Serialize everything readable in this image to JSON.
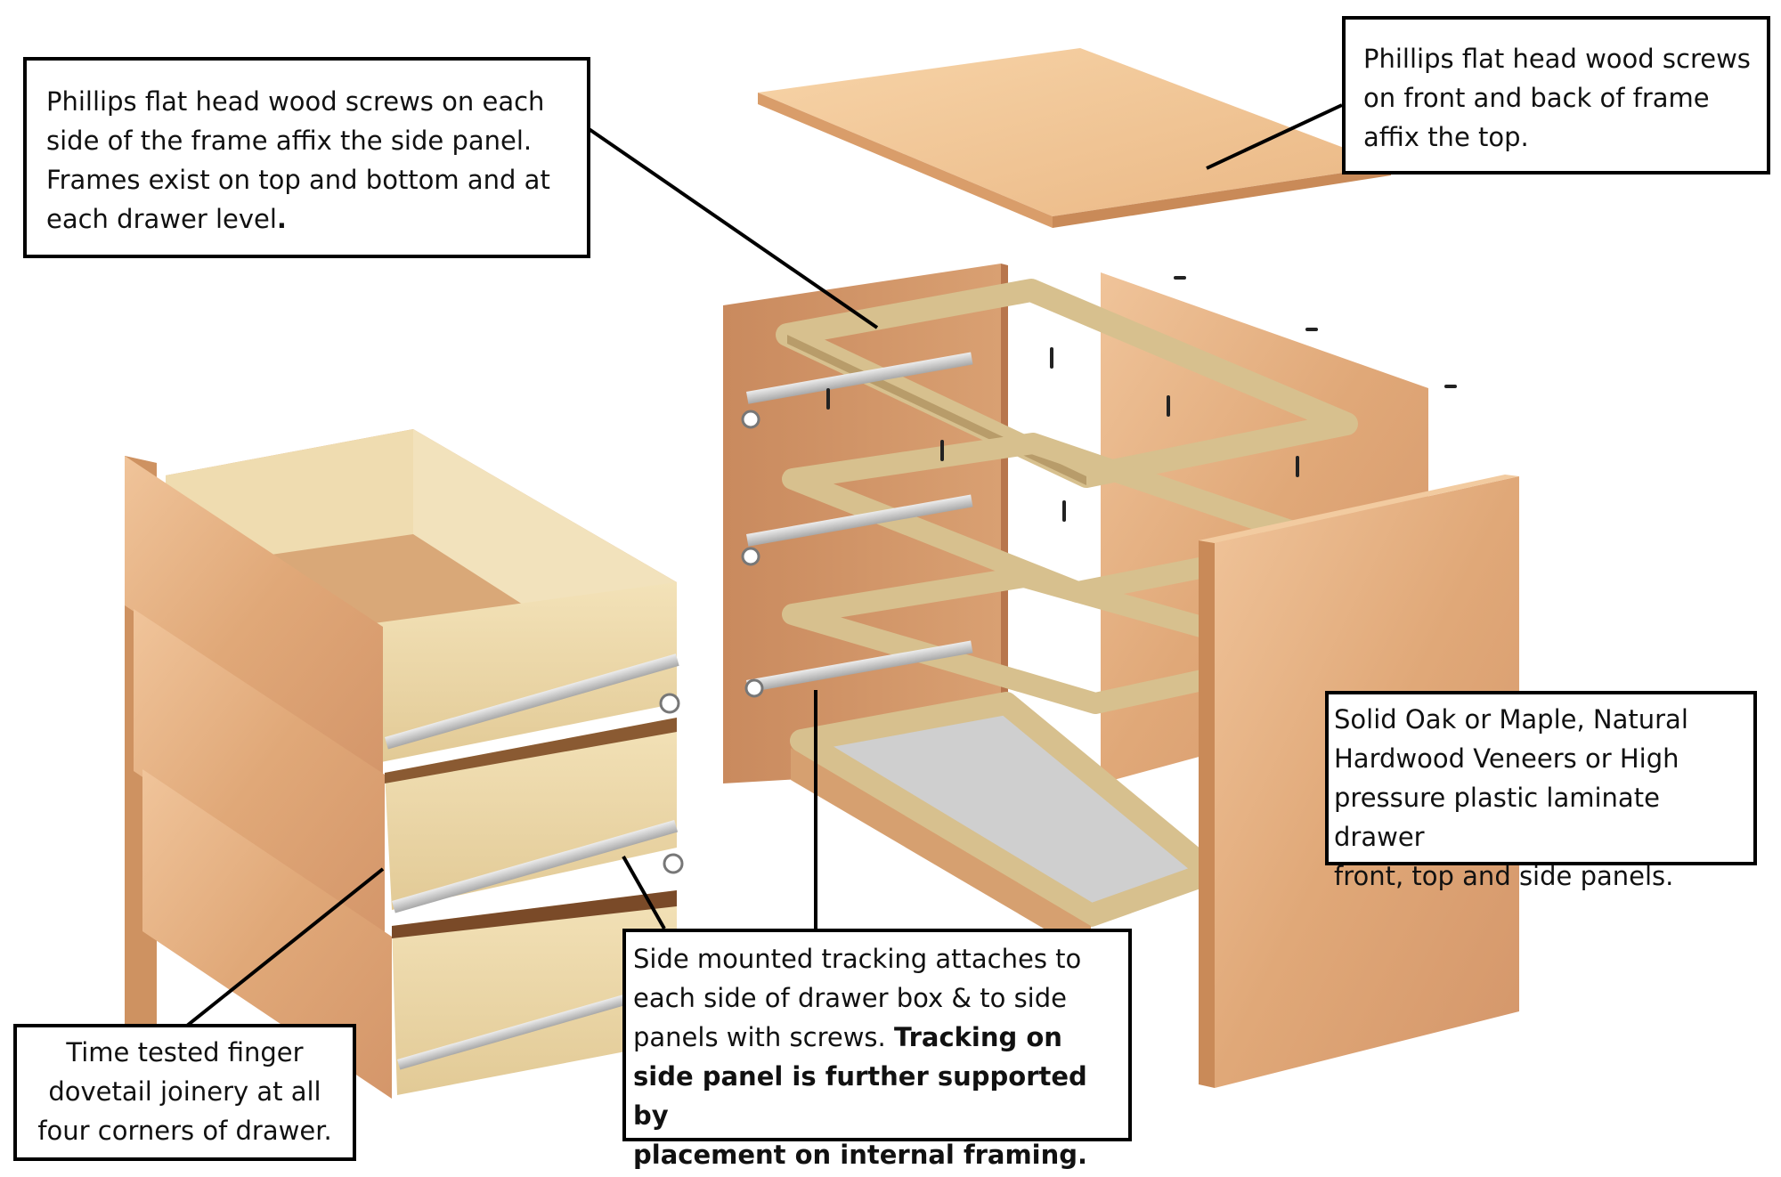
{
  "callouts": {
    "side_screws": {
      "lines": [
        "Phillips flat head wood screws on each",
        "side of the frame affix the side panel.",
        "Frames exist on top and bottom and at",
        "each drawer level"
      ],
      "bold_end": "."
    },
    "top_screws": {
      "lines": [
        "Phillips flat head wood screws",
        "on front and back of frame",
        "affix the top."
      ]
    },
    "materials": {
      "lines": [
        "Solid Oak or Maple, Natural",
        "Hardwood Veneers or High",
        "pressure plastic laminate drawer",
        "front, top and side panels."
      ]
    },
    "tracking": {
      "line1": "Side mounted tracking attaches to",
      "line2": "each side of drawer box & to side",
      "line3_normal": "panels with screws. ",
      "line3_bold": "Tracking on",
      "line4_bold": "side panel is further supported by",
      "line5_bold": "placement on internal framing."
    },
    "dovetail": {
      "lines": [
        "Time tested finger",
        "dovetail joinery at all",
        "four corners of drawer."
      ]
    }
  },
  "colors": {
    "oak_light": "#e8b88a",
    "oak_mid": "#d49a6a",
    "oak_dark": "#b87850",
    "birch": "#eedbb0",
    "birch_dark": "#d8c08c",
    "frame": "#e3cfa0",
    "frame_edge": "#b89c6a",
    "metal": "#c9c9c9",
    "callout_border": "#000000"
  }
}
